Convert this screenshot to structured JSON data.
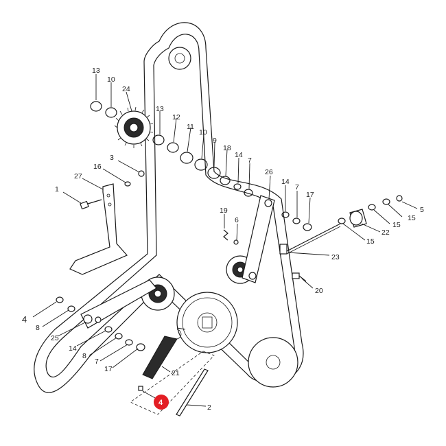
{
  "callouts": [
    {
      "id": "c13a",
      "text": "13"
    },
    {
      "id": "c10a",
      "text": "10"
    },
    {
      "id": "c24",
      "text": "24"
    },
    {
      "id": "c13b",
      "text": "13"
    },
    {
      "id": "c12",
      "text": "12"
    },
    {
      "id": "c11",
      "text": "11"
    },
    {
      "id": "c10b",
      "text": "10"
    },
    {
      "id": "c9",
      "text": "9"
    },
    {
      "id": "c18",
      "text": "18"
    },
    {
      "id": "c14a",
      "text": "14"
    },
    {
      "id": "c7a",
      "text": "7"
    },
    {
      "id": "c26",
      "text": "26"
    },
    {
      "id": "c14b",
      "text": "14"
    },
    {
      "id": "c7b",
      "text": "7"
    },
    {
      "id": "c17a",
      "text": "17"
    },
    {
      "id": "c5",
      "text": "5"
    },
    {
      "id": "c15a",
      "text": "15"
    },
    {
      "id": "c15b",
      "text": "15"
    },
    {
      "id": "c22",
      "text": "22"
    },
    {
      "id": "c15c",
      "text": "15"
    },
    {
      "id": "c3",
      "text": "3"
    },
    {
      "id": "c16",
      "text": "16"
    },
    {
      "id": "c27",
      "text": "27"
    },
    {
      "id": "c1",
      "text": "1"
    },
    {
      "id": "c19",
      "text": "19"
    },
    {
      "id": "c6",
      "text": "6"
    },
    {
      "id": "c23",
      "text": "23"
    },
    {
      "id": "c20",
      "text": "20"
    },
    {
      "id": "c4a",
      "text": "4"
    },
    {
      "id": "c8a",
      "text": "8"
    },
    {
      "id": "c25",
      "text": "25"
    },
    {
      "id": "c14c",
      "text": "14"
    },
    {
      "id": "c8b",
      "text": "8"
    },
    {
      "id": "c7c",
      "text": "7"
    },
    {
      "id": "c17b",
      "text": "17"
    },
    {
      "id": "c21",
      "text": "21"
    },
    {
      "id": "c2",
      "text": "2"
    }
  ],
  "highlight_badge": {
    "text": "4",
    "color": "#e31e24"
  }
}
